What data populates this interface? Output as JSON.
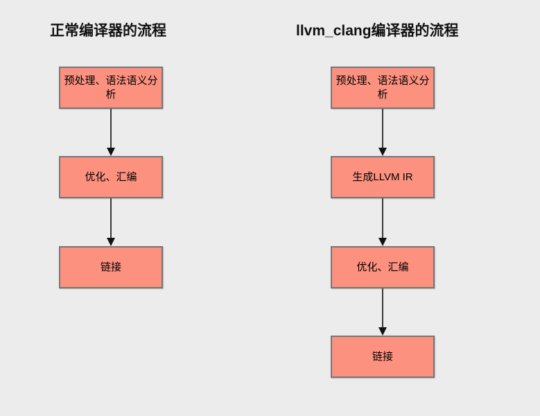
{
  "diagram": {
    "background_color": "#ECECEC",
    "node_fill_color": "#FC9180",
    "node_border_color": "#757575",
    "arrow_color": "#383838",
    "title_color": "#111111"
  },
  "flows": [
    {
      "title": "正常编译器的流程",
      "steps": [
        {
          "label": "预处理、语法语义分析"
        },
        {
          "label": "优化、汇编"
        },
        {
          "label": "链接"
        }
      ]
    },
    {
      "title": "llvm_clang编译器的流程",
      "steps": [
        {
          "label": "预处理、语法语义分析"
        },
        {
          "label": "生成LLVM IR"
        },
        {
          "label": "优化、汇编"
        },
        {
          "label": "链接"
        }
      ]
    }
  ]
}
